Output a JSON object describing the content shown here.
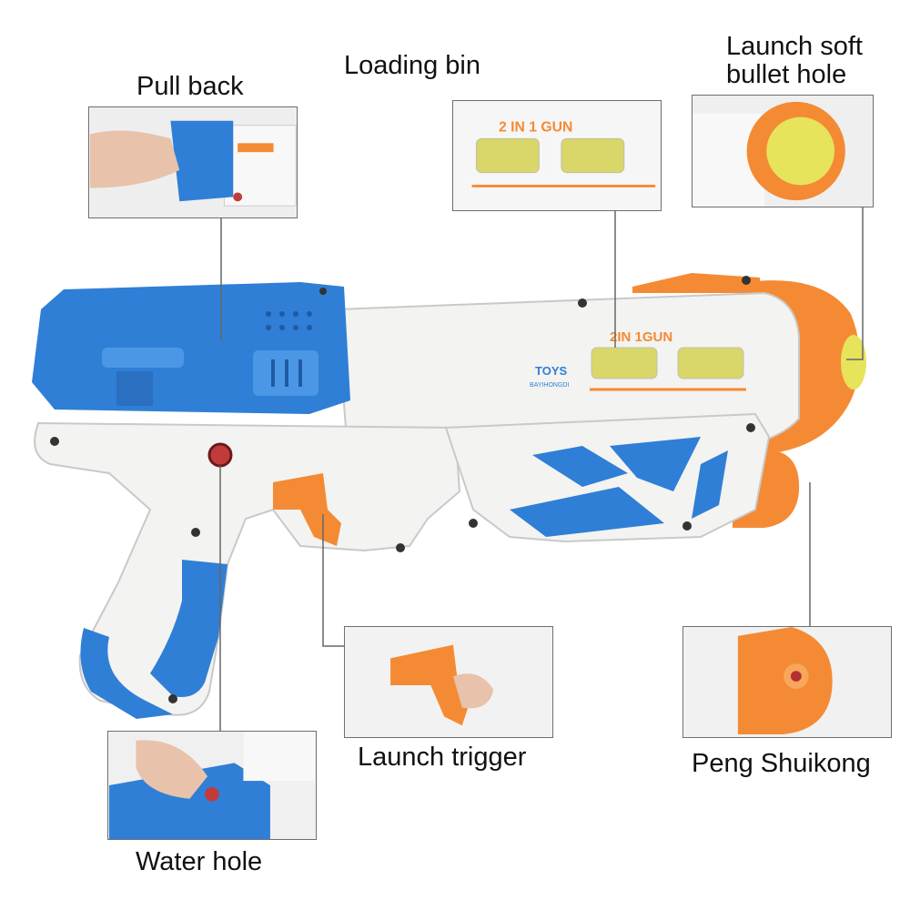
{
  "callouts": {
    "pull_back": "Pull back",
    "loading_bin": "Loading bin",
    "launch_soft_bullet_hole": "Launch soft bullet hole",
    "launch_trigger": "Launch trigger",
    "peng_shuikong": "Peng Shuikong",
    "water_hole": "Water hole"
  },
  "product_print": {
    "model": "2IN 1GUN",
    "inset_model": "2 IN 1 GUN",
    "brand": "TOYS",
    "brand_sub": "BAYIHONGDI"
  },
  "colors": {
    "blue": "#2f7fd6",
    "orange": "#f58a34",
    "white_body": "#f3f3f1",
    "ball": "#e7e35a",
    "leader_line": "#666666"
  }
}
